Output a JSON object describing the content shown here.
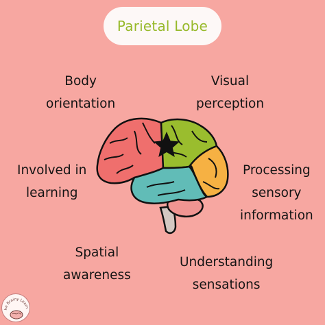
{
  "title": "Parietal Lobe",
  "labels": {
    "body_orientation": [
      "Body",
      "orientation"
    ],
    "visual_perception": [
      "Visual",
      "perception"
    ],
    "involved_in_learning": [
      "Involved in",
      "learning"
    ],
    "processing_sensory_information": [
      "Processing",
      "sensory",
      "information"
    ],
    "spatial_awareness": [
      "Spatial",
      "awareness"
    ],
    "understanding_sensations": [
      "Understanding",
      "sensations"
    ]
  },
  "logo_text": "The Brainy Learner",
  "colors": {
    "background": "#f7a7a1",
    "title_pill": "#fdf8f7",
    "title_text": "#97b92a",
    "frontal_lobe": "#ef6f6d",
    "parietal_lobe": "#9abd2e",
    "occipital_lobe": "#f6b143",
    "temporal_lobe": "#61bcb7",
    "cerebellum": "#f09592",
    "brainstem": "#d4c8c2",
    "star": "#111111"
  },
  "icons": {
    "marker": "star-icon"
  }
}
